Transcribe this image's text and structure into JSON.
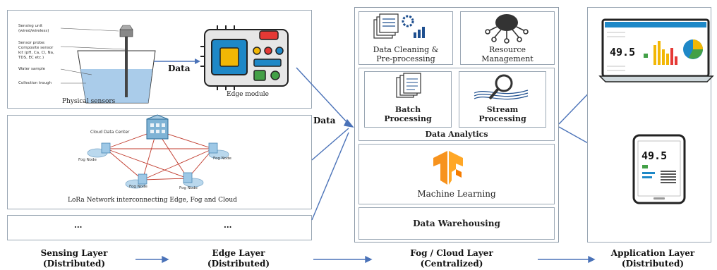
{
  "sensing": {
    "sensor_labels": [
      "Sensing unit",
      "(wired/wireless)",
      "Sensor probe:",
      "Composite sensor",
      "kit (pH, Ca, Cl, Na,",
      "TDS, EC etc.)",
      "Water sample",
      "Collection trough"
    ],
    "physical_sensors_label": "Physical sensors",
    "data_label": "Data",
    "edge_module_label": "Edge module",
    "network": {
      "cloud_label": "Cloud Data Center",
      "fog_node_label": "Fog Node",
      "caption": "LoRa Network interconnecting Edge, Fog and Cloud"
    },
    "ellipsis_left": "...",
    "ellipsis_right": "..."
  },
  "flow_data_label": "Data",
  "fog_cloud": {
    "data_cleaning": [
      "Data Cleaning &",
      "Pre-processing"
    ],
    "resource_management": [
      "Resource",
      "Management"
    ],
    "batch_processing": [
      "Batch",
      "Processing"
    ],
    "stream_processing": [
      "Stream",
      "Processing"
    ],
    "analytics_label": "Data Analytics",
    "ml_label": "Machine Learning",
    "warehousing_label": "Data Warehousing"
  },
  "application": {
    "laptop_value": "49.5",
    "phone_value": "49.5"
  },
  "layers": [
    {
      "name": "Sensing Layer",
      "kind": "(Distributed)"
    },
    {
      "name": "Edge Layer",
      "kind": "(Distributed)"
    },
    {
      "name": "Fog / Cloud Layer",
      "kind": "(Centralized)"
    },
    {
      "name": "Application Layer",
      "kind": "(Distributed)"
    }
  ],
  "colors": {
    "border": "#8d9aa8",
    "arrow": "#4a72b8",
    "water": "#9bc3e6",
    "chip_blue": "#1e88c7",
    "tensorflow_orange": "#f7931e"
  }
}
